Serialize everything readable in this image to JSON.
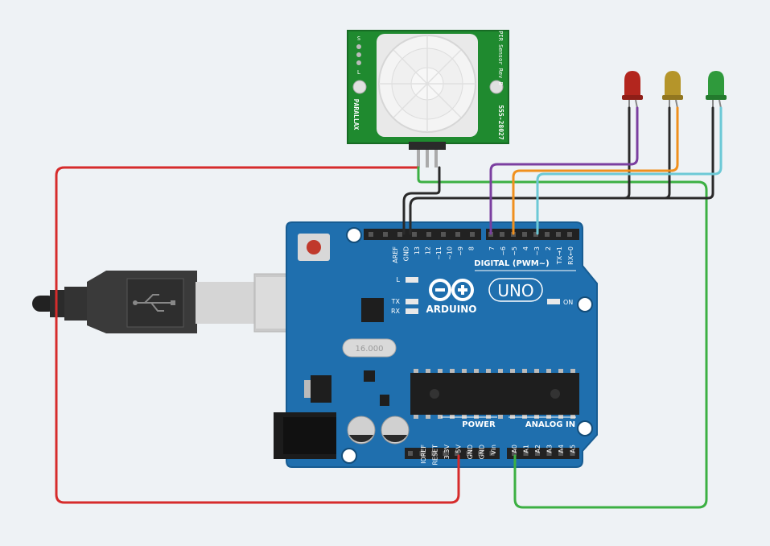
{
  "colors": {
    "background": "#eef2f5",
    "board": "#1f6fae",
    "board_dark": "#1a5f96",
    "pcb_green": "#1f8a2f",
    "wire_red": "#d62c2c",
    "wire_green": "#3cb043",
    "wire_black": "#2a2a2a",
    "wire_purple": "#7b3fa0",
    "wire_orange": "#f0901e",
    "wire_cyan": "#6cc9d6",
    "led_red": "#b3261e",
    "led_yellow": "#b5952a",
    "led_green": "#2f9a3c"
  },
  "pir_sensor": {
    "pin_labels": [
      "S",
      "L"
    ],
    "side_label": "PIR Sensor\nRev B",
    "part_number": "555-28027",
    "brand": "PARALLAX"
  },
  "leds": [
    {
      "color": "red"
    },
    {
      "color": "yellow"
    },
    {
      "color": "green"
    }
  ],
  "arduino": {
    "logo_text": "ARDUINO",
    "model": "UNO",
    "crystal_label": "16.000",
    "header_top_left": [
      "AREF",
      "GND",
      "13",
      "12",
      "~11",
      "~10",
      "~9",
      "8"
    ],
    "header_top_right": [
      "7",
      "~6",
      "~5",
      "4",
      "~3",
      "2",
      "TX→1",
      "RX←0"
    ],
    "digital_label": "DIGITAL (PWM~)",
    "led_labels": {
      "l": "L",
      "tx": "TX",
      "rx": "RX",
      "on": "ON"
    },
    "power_title": "POWER",
    "analog_title": "ANALOG IN",
    "power_pins": [
      "IOREF",
      "RESET",
      "3.3V",
      "5V",
      "GND",
      "GND",
      "Vin"
    ],
    "analog_pins": [
      "A0",
      "A1",
      "A2",
      "A3",
      "A4",
      "A5"
    ]
  },
  "wires": [
    {
      "name": "pir-5v-to-arduino-5v",
      "color": "red"
    },
    {
      "name": "pir-out-to-a0",
      "color": "green"
    },
    {
      "name": "pir-gnd-to-gnd",
      "color": "black"
    },
    {
      "name": "red-led-to-pin-7",
      "color": "purple"
    },
    {
      "name": "yellow-led-to-pin-5",
      "color": "orange"
    },
    {
      "name": "green-led-to-pin-3",
      "color": "cyan"
    }
  ]
}
